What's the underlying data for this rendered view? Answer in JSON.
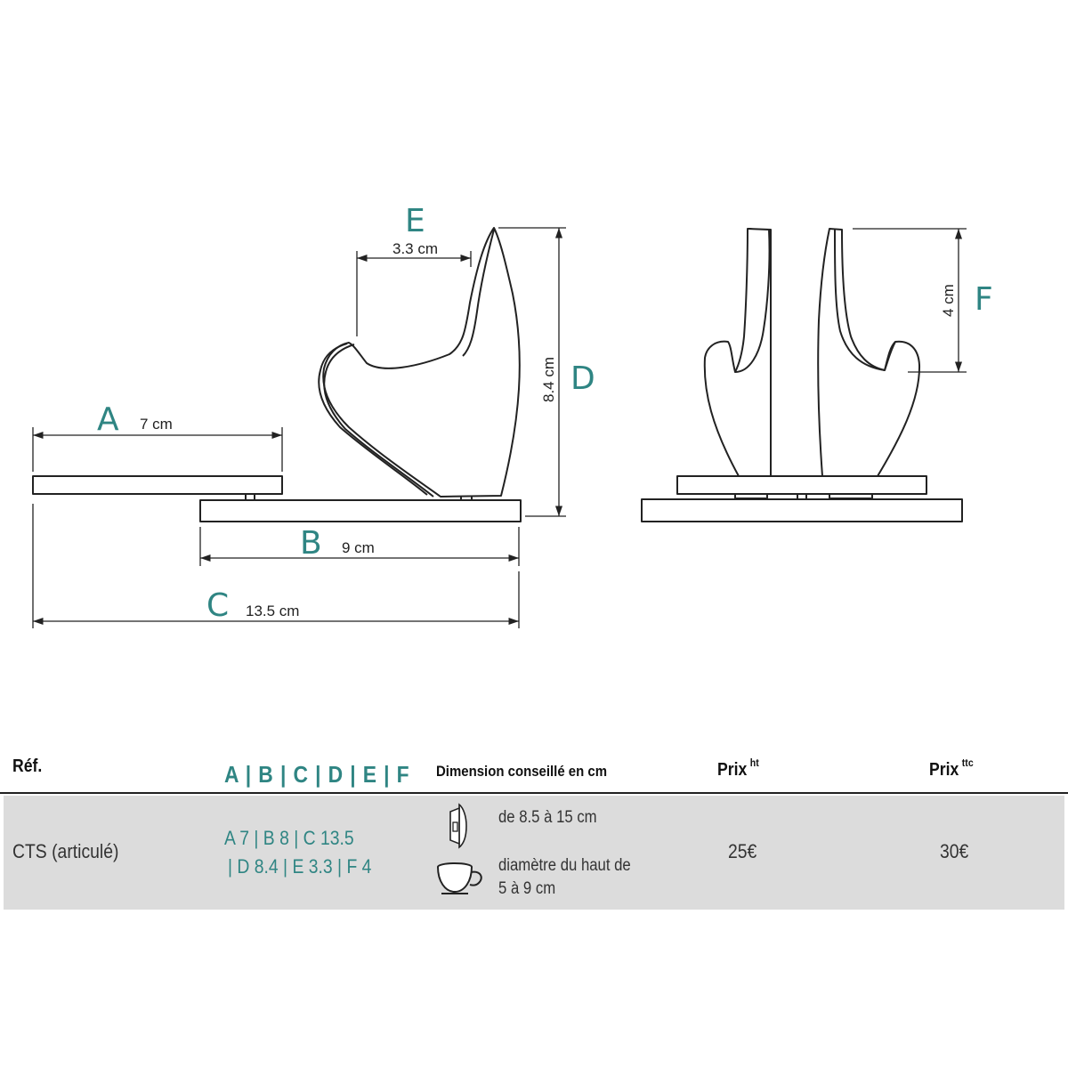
{
  "drawing": {
    "labels": {
      "A": {
        "letter": "A",
        "value": "7 cm"
      },
      "B": {
        "letter": "B",
        "value": "9 cm"
      },
      "C": {
        "letter": "C",
        "value": "13.5 cm"
      },
      "D": {
        "letter": "D",
        "value": "8.4 cm"
      },
      "E": {
        "letter": "E",
        "value": "3.3 cm"
      },
      "F": {
        "letter": "F",
        "value": "4 cm"
      }
    },
    "accent_color": "#2f8583"
  },
  "table": {
    "headers": {
      "ref": "Réf.",
      "dims": "A | B | C | D | E | F",
      "advice": "Dimension conseillé en cm",
      "price_ht": "Prix",
      "price_ht_sup": "ht",
      "price_ttc": "Prix",
      "price_ttc_sup": "ttc"
    },
    "row": {
      "ref": "CTS (articulé)",
      "dims_line1": "A 7 | B 8 | C 13.5",
      "dims_line2": "| D 8.4 | E 3.3 | F 4",
      "phone_icon": "phone-icon",
      "phone_text": "de 8.5 à 15 cm",
      "cup_icon": "cup-icon",
      "cup_text_line1": "diamètre du haut de",
      "cup_text_line2": "5 à 9 cm",
      "price_ht": "25€",
      "price_ttc": "30€"
    }
  }
}
